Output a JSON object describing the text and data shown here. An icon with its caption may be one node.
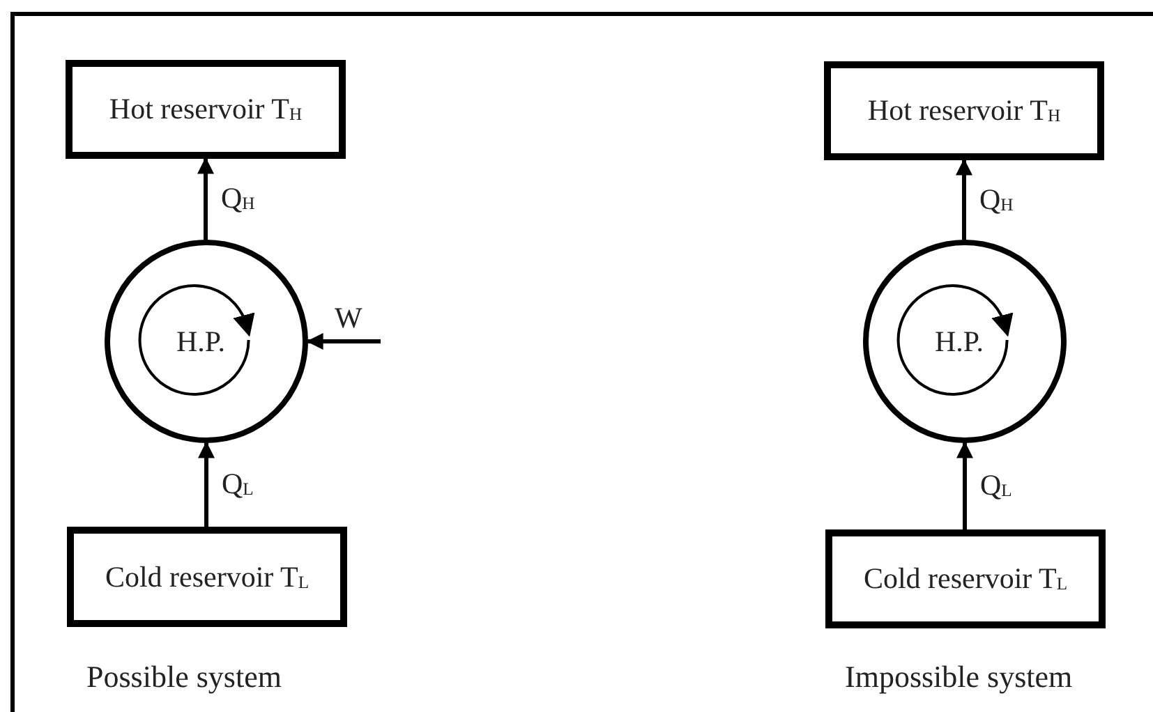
{
  "diagram": {
    "nodes": [
      {
        "text": [
          "Hot reservoir T$_{H}$"
        ]
      },
      {
        "text": [
          "H.P."
        ]
      },
      {
        "text": [
          "Cold reservoir T$_{L}$"
        ]
      },
      {
        "text": [
          "Hot reservoir T$_{H}$"
        ]
      },
      {
        "text": [
          "H.P."
        ]
      },
      {
        "text": [
          "Cold reservoir T$_{L}$"
        ]
      }
    ],
    "edges": [
      {
        "from": 1,
        "to": 0,
        "arrow": "to",
        "label": "Q$_{H}$"
      },
      {
        "from": null,
        "to": 1,
        "arrow": "to",
        "label": "W"
      },
      {
        "from": 2,
        "to": 1,
        "arrow": "to",
        "label": "Q$_{L}$"
      },
      {
        "from": 4,
        "to": 3,
        "arrow": "to",
        "label": "Q$_{H}$"
      },
      {
        "from": 5,
        "to": 4,
        "arrow": "to",
        "label": "Q$_{L}$"
      }
    ],
    "labels": [
      "Possible system",
      "Impossible system"
    ]
  }
}
